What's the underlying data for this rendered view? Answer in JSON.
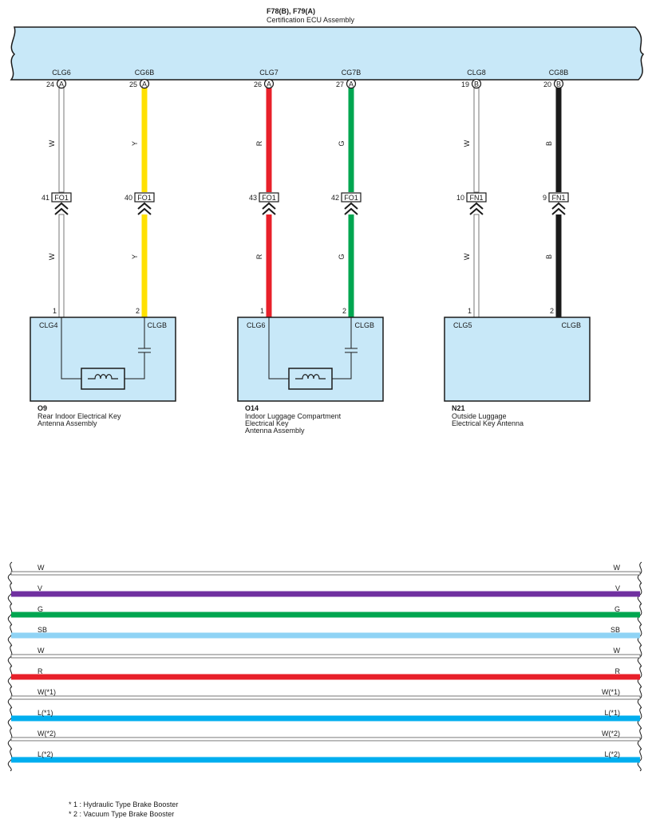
{
  "ecu": {
    "code": "F78(B), F79(A)",
    "name": "Certification ECU Assembly"
  },
  "wires": [
    {
      "terminal": "CLG6",
      "pin": "24",
      "connector": "A",
      "color_code": "W",
      "fill": "#ffffff",
      "joint": "FO1",
      "joint_pin": "41",
      "comp_pin": "1"
    },
    {
      "terminal": "CG6B",
      "pin": "25",
      "connector": "A",
      "color_code": "Y",
      "fill": "#ffe000",
      "joint": "FO1",
      "joint_pin": "40",
      "comp_pin": "2"
    },
    {
      "terminal": "CLG7",
      "pin": "26",
      "connector": "A",
      "color_code": "R",
      "fill": "#e8202a",
      "joint": "FO1",
      "joint_pin": "43",
      "comp_pin": "1"
    },
    {
      "terminal": "CG7B",
      "pin": "27",
      "connector": "A",
      "color_code": "G",
      "fill": "#00a650",
      "joint": "FO1",
      "joint_pin": "42",
      "comp_pin": "2"
    },
    {
      "terminal": "CLG8",
      "pin": "19",
      "connector": "B",
      "color_code": "W",
      "fill": "#ffffff",
      "joint": "FN1",
      "joint_pin": "10",
      "comp_pin": "1"
    },
    {
      "terminal": "CG8B",
      "pin": "20",
      "connector": "B",
      "color_code": "B",
      "fill": "#1a1a1a",
      "joint": "FN1",
      "joint_pin": "9",
      "comp_pin": "2"
    }
  ],
  "components": [
    {
      "code": "O9",
      "name_lines": [
        "Rear Indoor Electrical Key",
        "Antenna Assembly"
      ],
      "left_terminal": "CLG4",
      "right_terminal": "CLGB"
    },
    {
      "code": "O14",
      "name_lines": [
        "Indoor Luggage Compartment",
        "Electrical Key",
        "Antenna Assembly"
      ],
      "left_terminal": "CLG6",
      "right_terminal": "CLGB"
    },
    {
      "code": "N21",
      "name_lines": [
        "Outside Luggage",
        "Electrical Key Antenna"
      ],
      "left_terminal": "CLG5",
      "right_terminal": "CLGB"
    }
  ],
  "harness": [
    {
      "label": "W",
      "fill": "#ffffff"
    },
    {
      "label": "V",
      "fill": "#7030a0"
    },
    {
      "label": "G",
      "fill": "#00a650"
    },
    {
      "label": "SB",
      "fill": "#8fd3f5"
    },
    {
      "label": "W",
      "fill": "#ffffff"
    },
    {
      "label": "R",
      "fill": "#e8202a"
    },
    {
      "label": "W(*1)",
      "fill": "#ffffff"
    },
    {
      "label": "L(*1)",
      "fill": "#00aeef"
    },
    {
      "label": "W(*2)",
      "fill": "#ffffff"
    },
    {
      "label": "L(*2)",
      "fill": "#00aeef"
    }
  ],
  "notes": [
    "* 1 : Hydraulic Type Brake Booster",
    "* 2 : Vacuum Type Brake Booster"
  ],
  "colors": {
    "component_fill": "#c8e8f8",
    "outline": "#1a1a1a"
  }
}
